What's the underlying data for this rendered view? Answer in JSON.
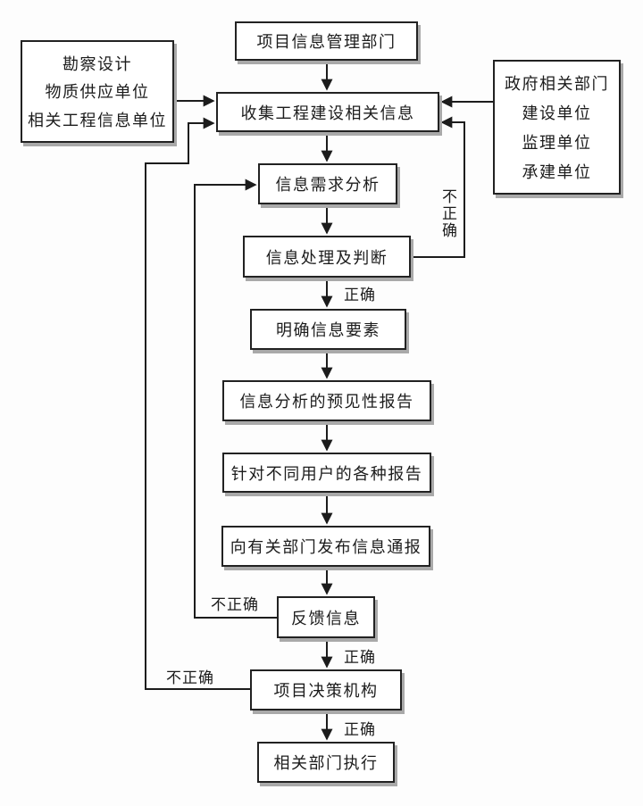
{
  "diagram": {
    "kind": "flowchart",
    "nodes": {
      "info_dept": {
        "label": "项目信息管理部门"
      },
      "sources_left": {
        "line1": "勘察设计",
        "line2": "物质供应单位",
        "line3": "相关工程信息单位"
      },
      "collect": {
        "label": "收集工程建设相关信息"
      },
      "sources_right": {
        "line1": "政府相关部门",
        "line2": "建设单位",
        "line3": "监理单位",
        "line4": "承建单位"
      },
      "demand_analysis": {
        "label": "信息需求分析"
      },
      "process_judge": {
        "label": "信息处理及判断"
      },
      "clarify_elements": {
        "label": "明确信息要素"
      },
      "predictive_report": {
        "label": "信息分析的预见性报告"
      },
      "user_reports": {
        "label": "针对不同用户的各种报告"
      },
      "publish_notice": {
        "label": "向有关部门发布信息通报"
      },
      "feedback": {
        "label": "反馈信息"
      },
      "decision_body": {
        "label": "项目决策机构"
      },
      "execute": {
        "label": "相关部门执行"
      }
    },
    "edge_labels": {
      "process_correct": "正确",
      "feedback_correct": "正确",
      "decision_correct": "正确",
      "process_incorrect": "不正确",
      "feedback_incorrect": "不正确",
      "decision_incorrect": "不正确"
    },
    "edges": [
      {
        "from": "info_dept",
        "to": "collect",
        "label": ""
      },
      {
        "from": "sources_left",
        "to": "collect",
        "label": ""
      },
      {
        "from": "sources_right",
        "to": "collect",
        "label": ""
      },
      {
        "from": "collect",
        "to": "demand_analysis",
        "label": ""
      },
      {
        "from": "demand_analysis",
        "to": "process_judge",
        "label": ""
      },
      {
        "from": "process_judge",
        "to": "collect",
        "label": "不正确"
      },
      {
        "from": "process_judge",
        "to": "clarify_elements",
        "label": "正确"
      },
      {
        "from": "clarify_elements",
        "to": "predictive_report",
        "label": ""
      },
      {
        "from": "predictive_report",
        "to": "user_reports",
        "label": ""
      },
      {
        "from": "user_reports",
        "to": "publish_notice",
        "label": ""
      },
      {
        "from": "publish_notice",
        "to": "feedback",
        "label": ""
      },
      {
        "from": "feedback",
        "to": "demand_analysis",
        "label": "不正确"
      },
      {
        "from": "feedback",
        "to": "decision_body",
        "label": "正确"
      },
      {
        "from": "decision_body",
        "to": "collect",
        "label": "不正确"
      },
      {
        "from": "decision_body",
        "to": "execute",
        "label": "正确"
      }
    ],
    "colors": {
      "line": "#1c1c1c",
      "box_border": "#222222",
      "box_fill": "#ffffff",
      "shadow": "#a9a9a9",
      "background": "#fdfdfd"
    }
  }
}
